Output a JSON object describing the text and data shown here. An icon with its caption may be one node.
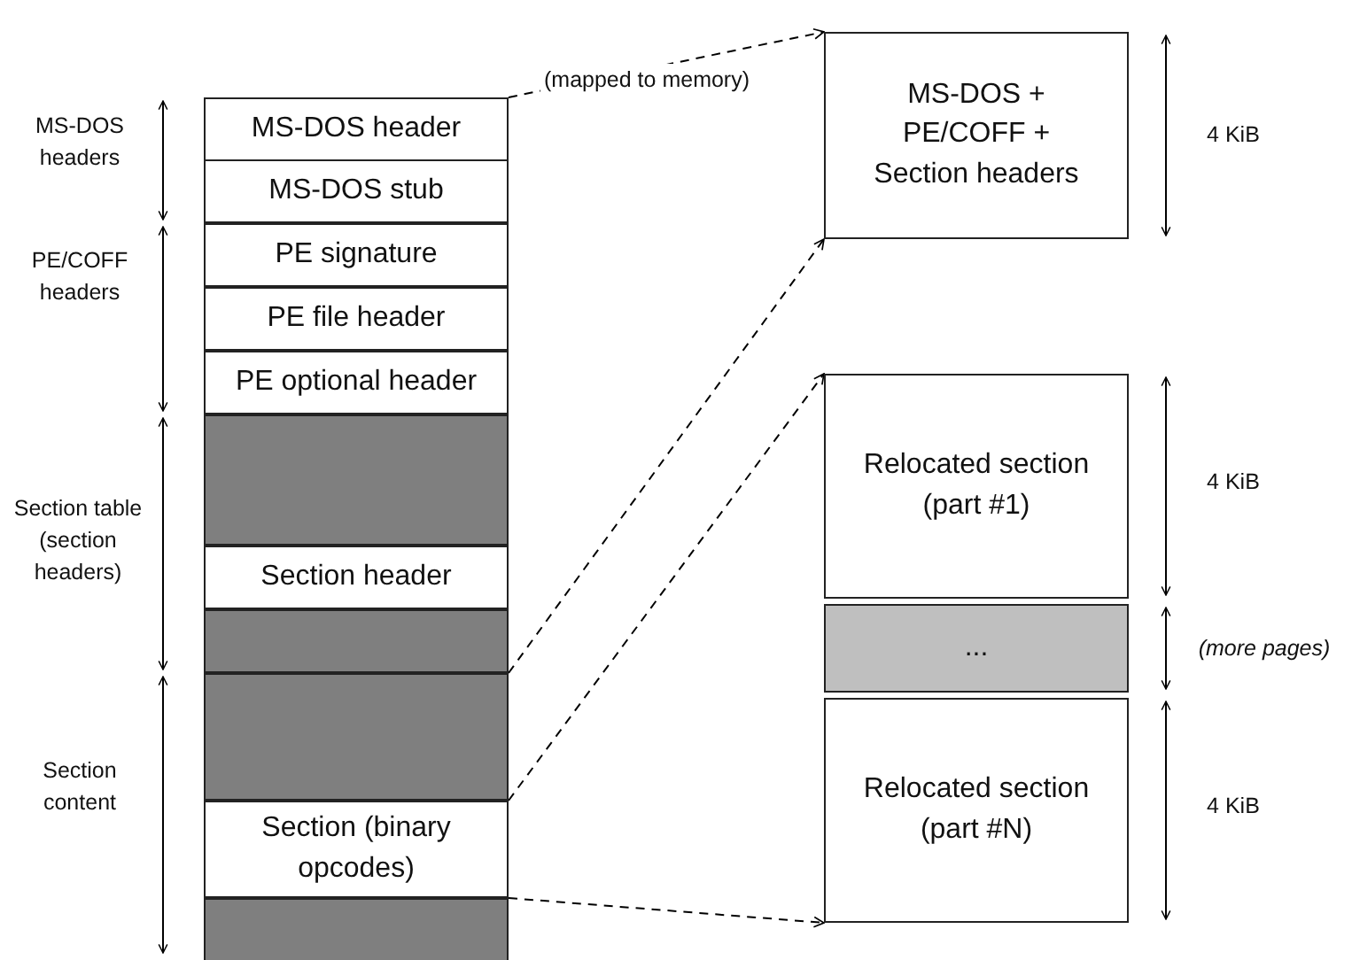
{
  "diagram": {
    "nodes": [
      {
        "text": [
          "MS-DOS header"
        ]
      },
      {
        "text": [
          "MS-DOS stub"
        ]
      },
      {
        "text": [
          "PE signature"
        ]
      },
      {
        "text": [
          "PE file header"
        ]
      },
      {
        "text": [
          "PE optional header"
        ]
      },
      {
        "text": [],
        "shape": "box"
      },
      {
        "text": [
          "Section header"
        ]
      },
      {
        "text": [],
        "shape": "box"
      },
      {
        "text": [],
        "shape": "box"
      },
      {
        "text": [
          "Section (binary opcodes)"
        ]
      },
      {
        "text": [],
        "shape": "box"
      },
      {
        "text": [
          "MS-DOS + PE/COFF + Section headers"
        ]
      },
      {
        "text": [
          "Relocated section (part #1)"
        ]
      },
      {
        "text": [
          "..."
        ]
      },
      {
        "text": [
          "Relocated section (part #N)"
        ]
      }
    ],
    "edges": [
      {
        "from": 0,
        "to": 11,
        "arrow": "to",
        "style": "dashed",
        "label": "(mapped to memory)"
      },
      {
        "from": 7,
        "to": 11,
        "arrow": "to",
        "style": "dashed"
      },
      {
        "from": 9,
        "to": 12,
        "arrow": "to",
        "style": "dashed"
      },
      {
        "from": 9,
        "to": 14,
        "arrow": "to",
        "style": "dashed"
      }
    ],
    "labels": [
      "MS-DOS headers",
      "PE/COFF headers",
      "Section table (section headers)",
      "Section content",
      "4 KiB",
      "4 KiB",
      "(more pages)",
      "4 KiB"
    ]
  }
}
